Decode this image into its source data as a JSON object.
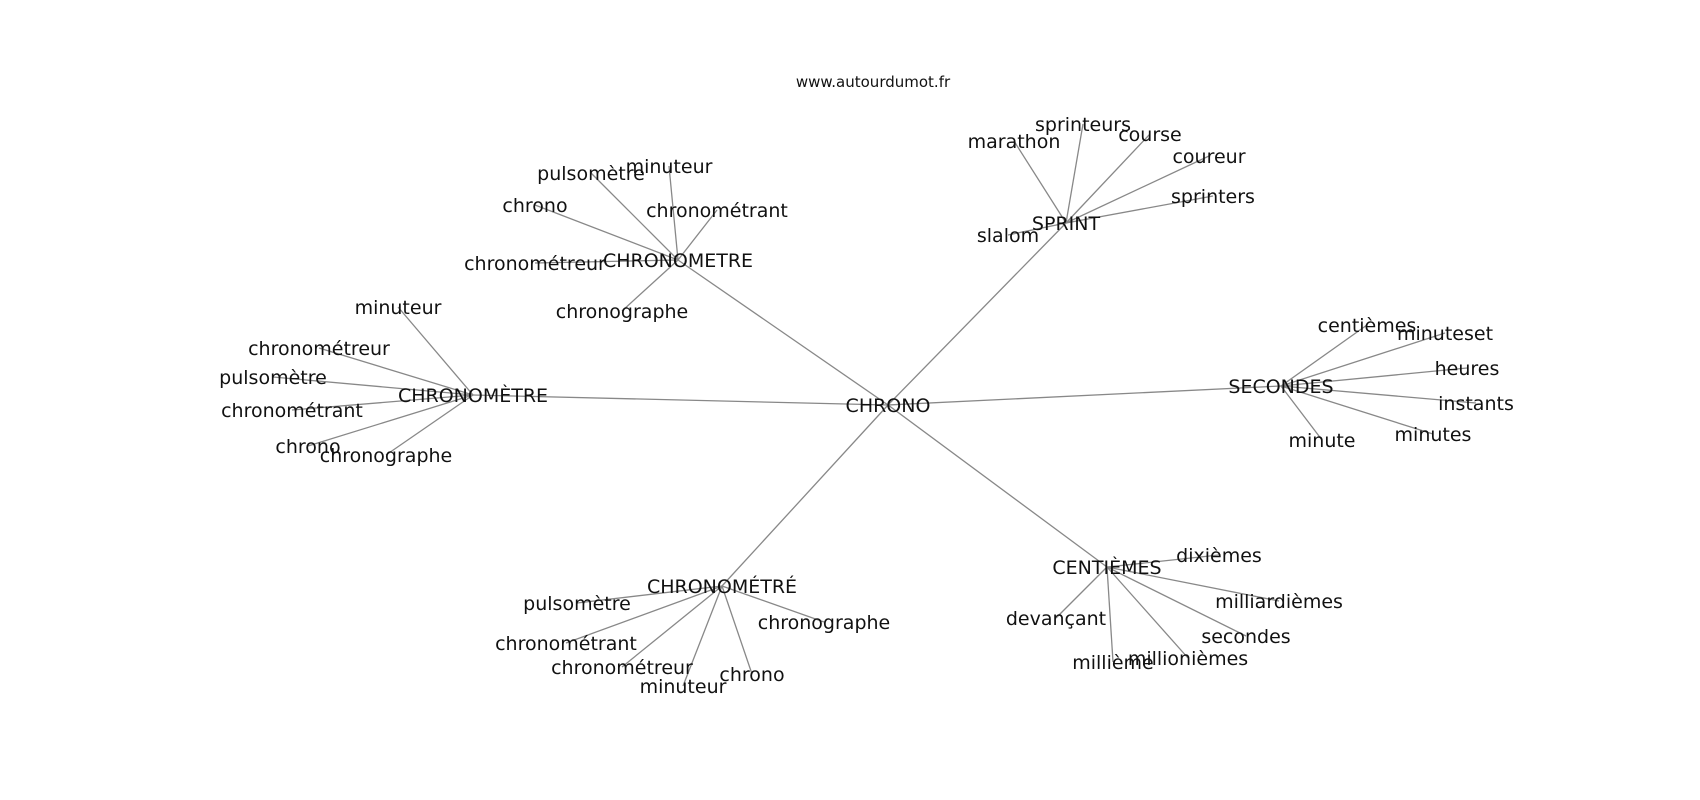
{
  "source": "www.autourdumot.fr",
  "root": "CHRONO",
  "clusters": [
    {
      "hub": "CHRONOMETRE",
      "words": [
        "chronométreur",
        "chrono",
        "pulsomètre",
        "minuteur",
        "chronométrant",
        "chronographe"
      ]
    },
    {
      "hub": "SPRINT",
      "words": [
        "marathon",
        "sprinteurs",
        "course",
        "coureur",
        "sprinters",
        "slalom"
      ]
    },
    {
      "hub": "CHRONOMÈTRE",
      "words": [
        "minuteur",
        "chronométreur",
        "pulsomètre",
        "chronométrant",
        "chrono",
        "chronographe"
      ]
    },
    {
      "hub": "SECONDES",
      "words": [
        "centièmes",
        "minuteset",
        "heures",
        "instants",
        "minutes",
        "minute"
      ]
    },
    {
      "hub": "CHRONOMÉTRÉ",
      "words": [
        "pulsomètre",
        "chronométrant",
        "chronométreur",
        "minuteur",
        "chrono",
        "chronographe"
      ]
    },
    {
      "hub": "CENTIÈMES",
      "words": [
        "dixièmes",
        "milliardièmes",
        "secondes",
        "millionièmes",
        "millième",
        "devançant"
      ]
    }
  ]
}
